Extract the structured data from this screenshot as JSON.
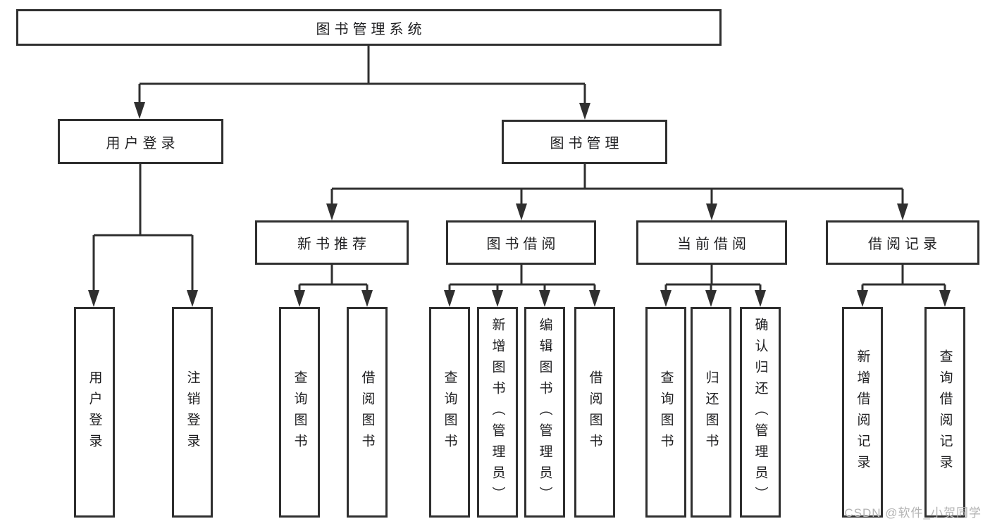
{
  "diagram": {
    "root": {
      "label": "图书管理系统"
    },
    "login": {
      "label": "用户登录",
      "children": [
        {
          "label": "用户登录"
        },
        {
          "label": "注销登录"
        }
      ]
    },
    "mgmt": {
      "label": "图书管理",
      "children": [
        {
          "label": "新书推荐",
          "children": [
            {
              "label": "查询图书"
            },
            {
              "label": "借阅图书"
            }
          ]
        },
        {
          "label": "图书借阅",
          "children": [
            {
              "label": "查询图书"
            },
            {
              "label": "新增图书（管理员）"
            },
            {
              "label": "编辑图书（管理员）"
            },
            {
              "label": "借阅图书"
            }
          ]
        },
        {
          "label": "当前借阅",
          "children": [
            {
              "label": "查询图书"
            },
            {
              "label": "归还图书"
            },
            {
              "label": "确认归还（管理员）"
            }
          ]
        },
        {
          "label": "借阅记录",
          "children": [
            {
              "label": "新增借阅记录"
            },
            {
              "label": "查询借阅记录"
            }
          ]
        }
      ]
    }
  },
  "watermark": {
    "text": "CSDN @软件_小贺同学"
  },
  "colors": {
    "line": "#2f2f2f",
    "box_border": "#2f2f2f",
    "text": "#1d1d1f",
    "watermark_text": "#b3b3b3",
    "background": "#ffffff"
  }
}
